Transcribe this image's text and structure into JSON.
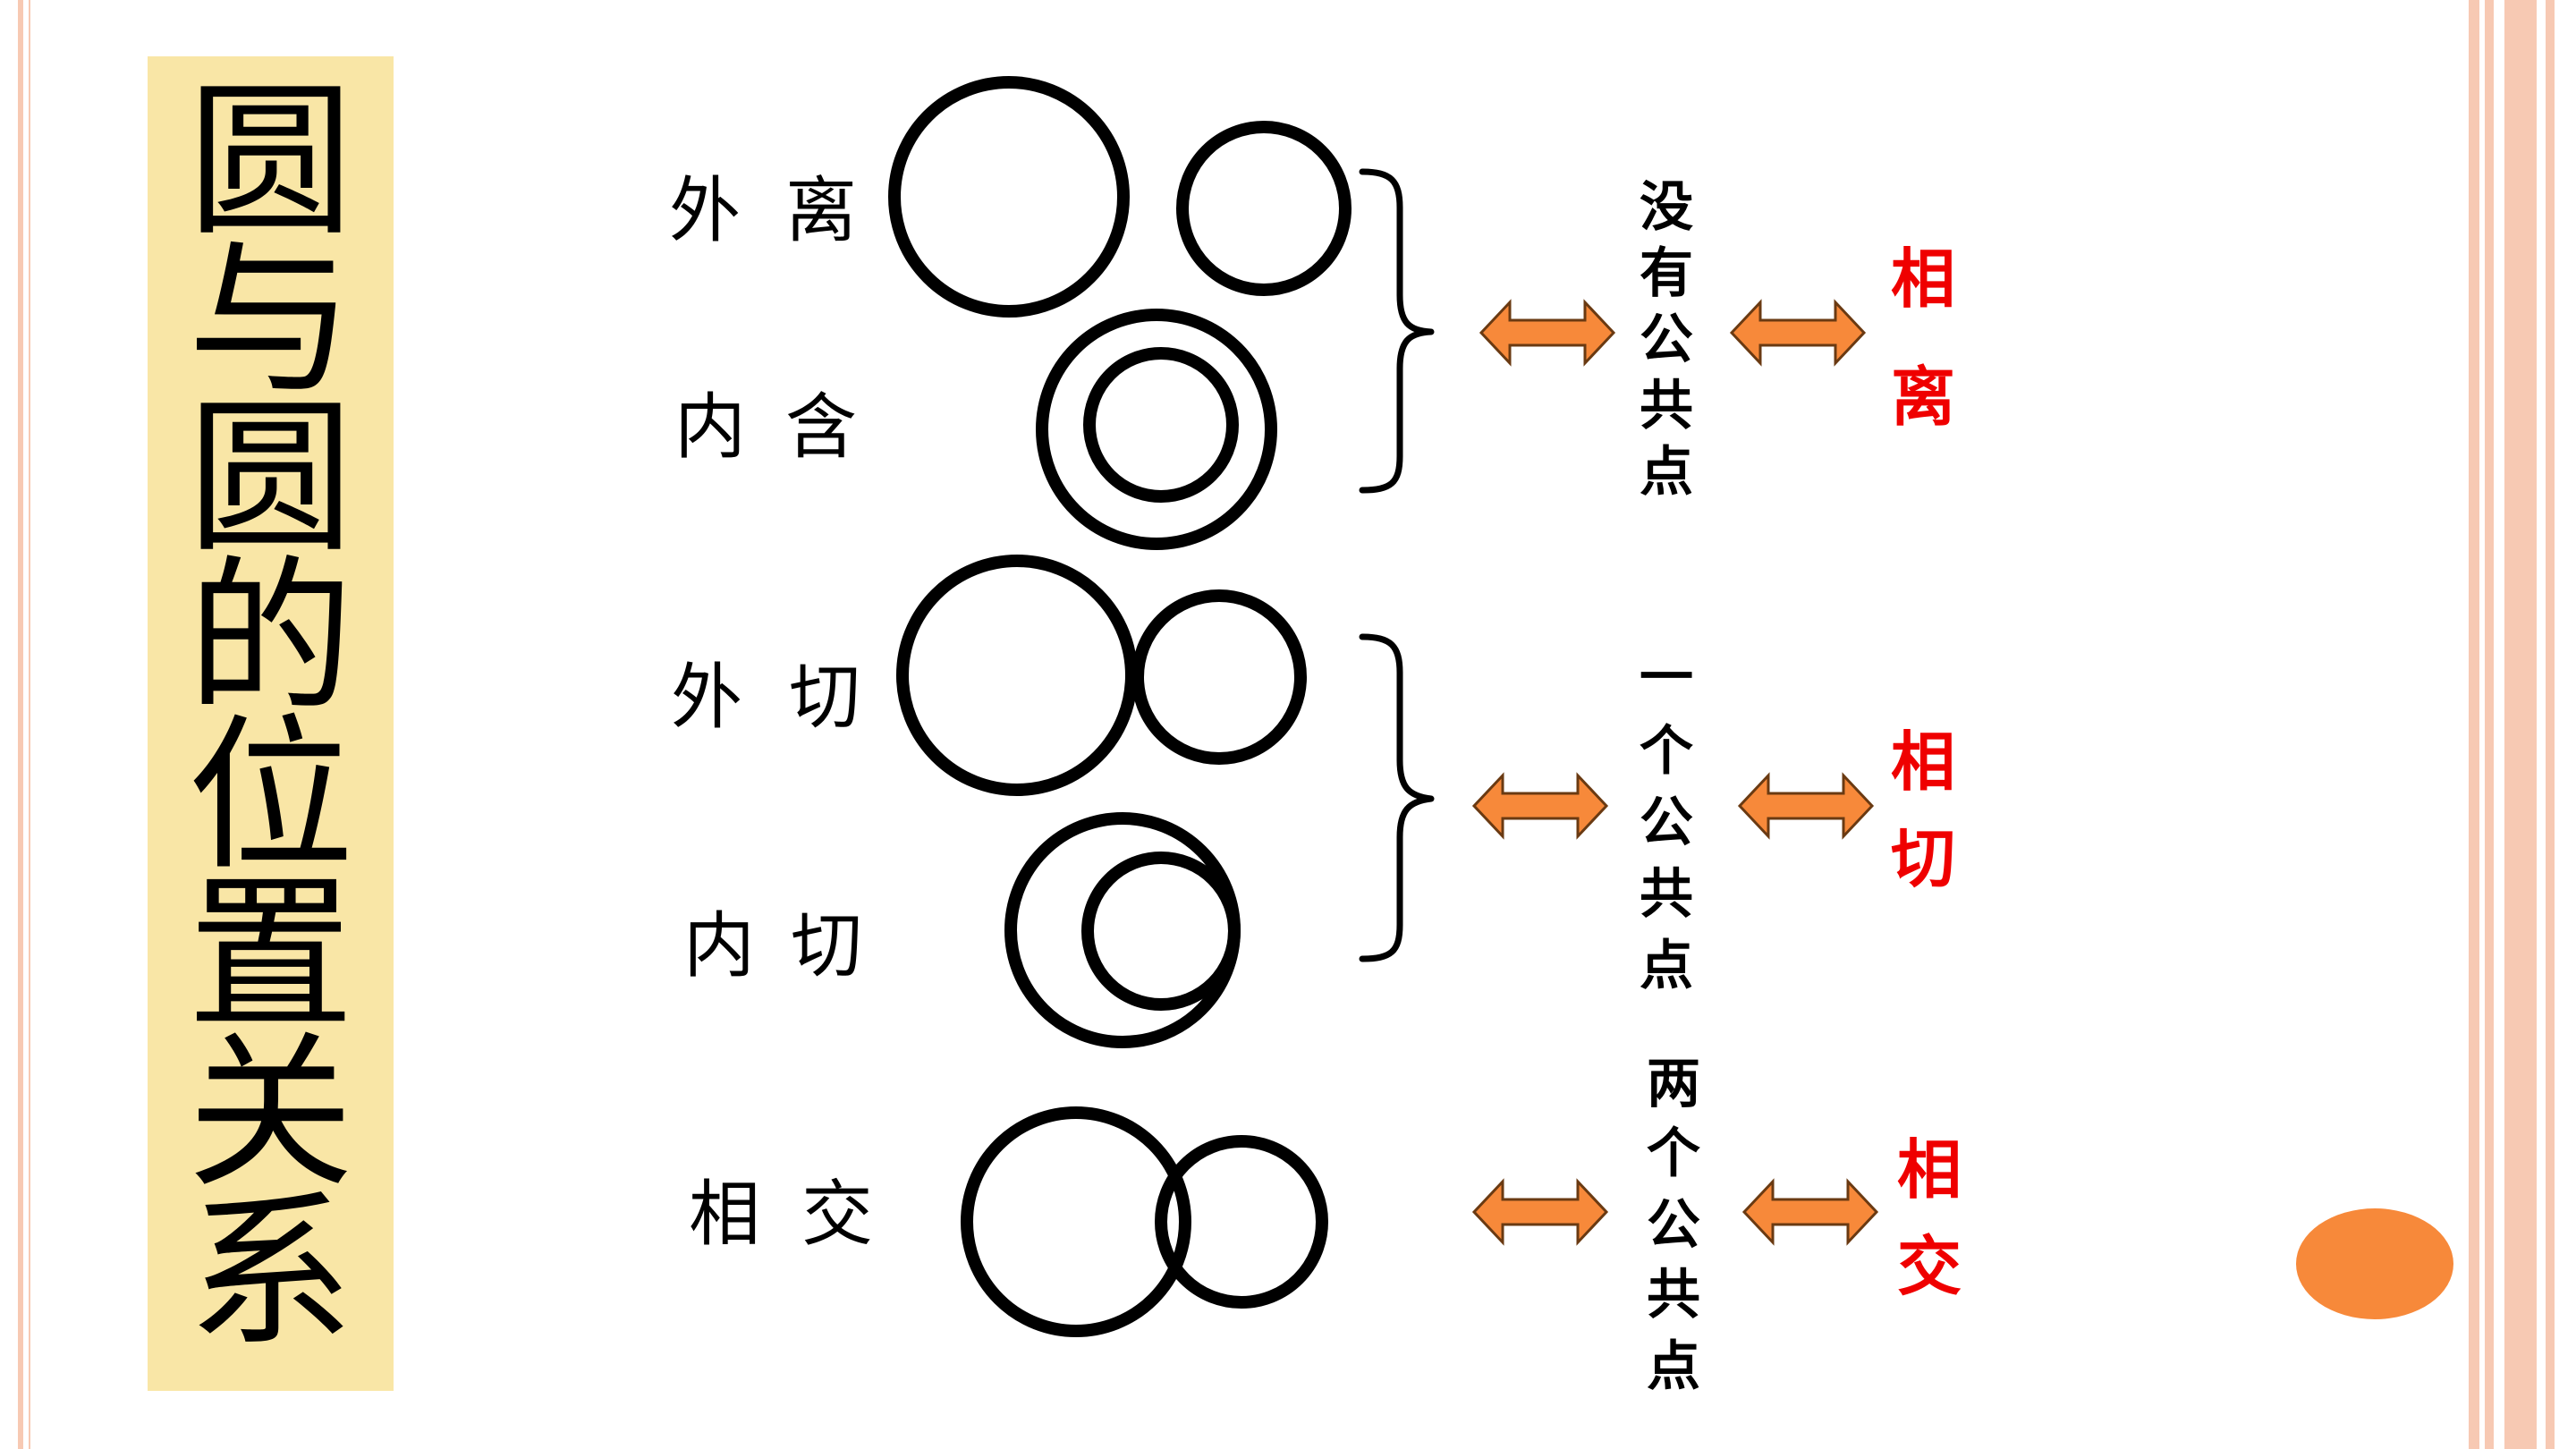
{
  "slide": {
    "title_chars": [
      "圆",
      "与",
      "圆",
      "的",
      "位",
      "置",
      "关",
      "系"
    ]
  },
  "rows": [
    {
      "id": "separate-external",
      "label_a": "外",
      "label_b": "离"
    },
    {
      "id": "contain",
      "label_a": "内",
      "label_b": "含"
    },
    {
      "id": "tangent-external",
      "label_a": "外",
      "label_b": "切"
    },
    {
      "id": "tangent-internal",
      "label_a": "内",
      "label_b": "切"
    },
    {
      "id": "intersect",
      "label_a": "相",
      "label_b": "交"
    }
  ],
  "groups": [
    {
      "id": "apart",
      "points_chars": [
        "没",
        "有",
        "公",
        "共",
        "点"
      ],
      "result_chars": [
        "相",
        "离"
      ]
    },
    {
      "id": "tangent",
      "points_chars": [
        "一",
        "个",
        "公",
        "共",
        "点"
      ],
      "result_chars": [
        "相",
        "切"
      ]
    },
    {
      "id": "intersect",
      "points_chars": [
        "两",
        "个",
        "公",
        "共",
        "点"
      ],
      "result_chars": [
        "相",
        "交"
      ]
    }
  ],
  "colors": {
    "title_bg": "#f9e6a6",
    "arrow_fill": "#f7893a",
    "result_text": "#ef0000",
    "border_stripes": "#f7c9b3",
    "orange_dot": "#f7893a"
  },
  "icons": {
    "brace": "right-curly-brace",
    "arrow": "double-headed-arrow",
    "dot": "orange-ellipse"
  }
}
